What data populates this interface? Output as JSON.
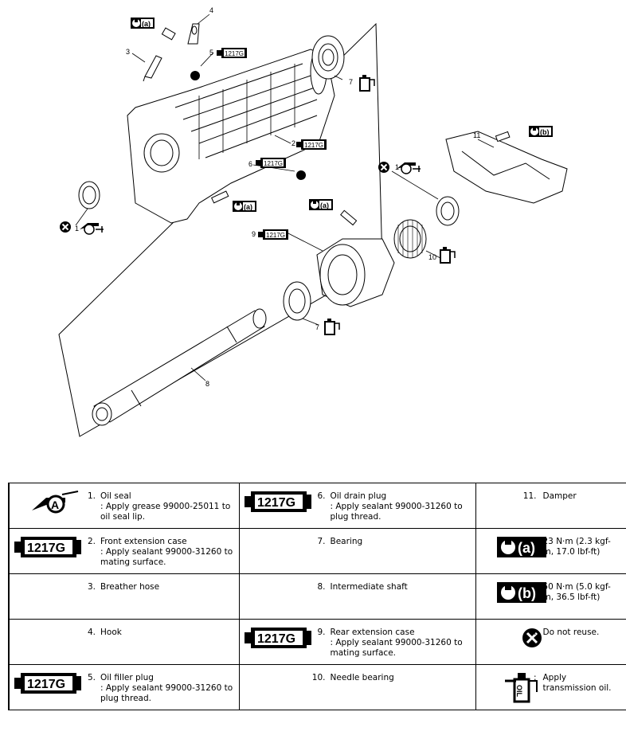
{
  "diagram": {
    "callouts": {
      "n1": "1",
      "n2": "2",
      "n3": "3",
      "n4": "4",
      "n5": "5",
      "n6": "6",
      "n7a": "7",
      "n7b": "7",
      "n8": "8",
      "n9": "9",
      "n10": "10",
      "n11": "11"
    },
    "sealant_code": "1217G",
    "torque_a": "(a)",
    "torque_b": "(b)",
    "grease_letter": "A",
    "oil_word": "OIL"
  },
  "legend": {
    "rows": [
      [
        {
          "icon": "grease-icon",
          "num": "1.",
          "text": "Oil seal\n: Apply grease 99000-25011 to oil seal lip."
        },
        {
          "icon": "sealant-icon",
          "num": "6.",
          "text": "Oil drain plug\n: Apply sealant 99000-31260 to plug thread."
        },
        {
          "icon": "",
          "num": "11.",
          "text": "Damper"
        }
      ],
      [
        {
          "icon": "sealant-icon",
          "num": "2.",
          "text": "Front extension case\n: Apply sealant 99000-31260 to mating surface."
        },
        {
          "icon": "",
          "num": "7.",
          "text": "Bearing"
        },
        {
          "icon": "torque-a-icon",
          "num": ":",
          "text": "23 N·m (2.3 kgf-m, 17.0 lbf-ft)"
        }
      ],
      [
        {
          "icon": "",
          "num": "3.",
          "text": "Breather hose"
        },
        {
          "icon": "",
          "num": "8.",
          "text": "Intermediate shaft"
        },
        {
          "icon": "torque-b-icon",
          "num": ":",
          "text": "50 N·m (5.0 kgf-m, 36.5 lbf-ft)"
        }
      ],
      [
        {
          "icon": "",
          "num": "4.",
          "text": "Hook"
        },
        {
          "icon": "sealant-icon",
          "num": "9.",
          "text": "Rear extension case\n: Apply sealant 99000-31260 to mating surface."
        },
        {
          "icon": "no-reuse-icon",
          "num": ":",
          "text": "Do not reuse."
        }
      ],
      [
        {
          "icon": "sealant-icon",
          "num": "5.",
          "text": "Oil filler plug\n: Apply sealant 99000-31260 to plug thread."
        },
        {
          "icon": "",
          "num": "10.",
          "text": "Needle bearing"
        },
        {
          "icon": "oil-can-icon",
          "num": ":",
          "text": "Apply transmission oil."
        }
      ]
    ]
  }
}
